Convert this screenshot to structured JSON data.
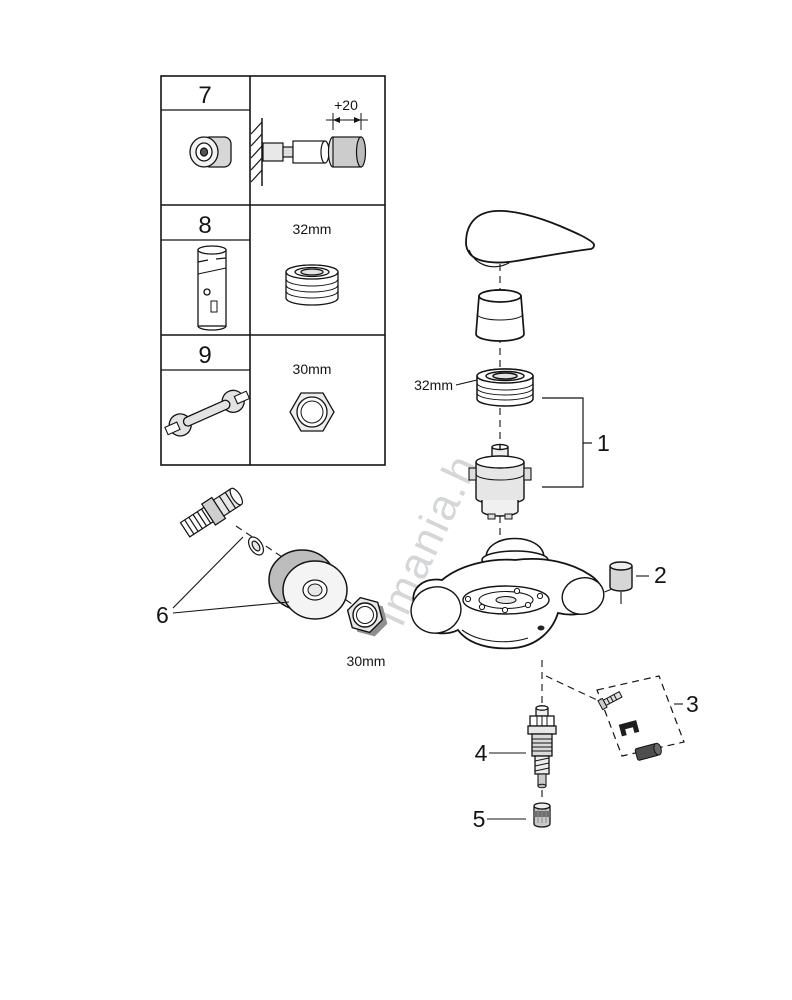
{
  "watermark": {
    "text": "imania.h"
  },
  "legend_table": {
    "rows": [
      {
        "number": "7",
        "dimension": "+20"
      },
      {
        "number": "8",
        "dimension": "32mm"
      },
      {
        "number": "9",
        "dimension": "30mm"
      }
    ]
  },
  "diagram": {
    "ring_dimension": "32mm",
    "nut_dimension": "30mm",
    "labels": {
      "p1": "1",
      "p2": "2",
      "p3": "3",
      "p4": "4",
      "p5": "5",
      "p6": "6"
    }
  }
}
